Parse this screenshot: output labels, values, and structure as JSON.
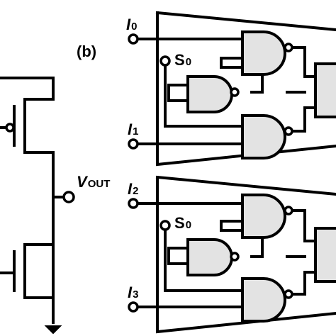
{
  "panel_label": "(b)",
  "output_label": {
    "main": "V",
    "sub": "OUT"
  },
  "inputs": [
    {
      "main": "I",
      "sub": "0"
    },
    {
      "main": "I",
      "sub": "1"
    },
    {
      "main": "I",
      "sub": "2"
    },
    {
      "main": "I",
      "sub": "3"
    }
  ],
  "selects": [
    {
      "main": "S",
      "sub": "0"
    },
    {
      "main": "S",
      "sub": "0"
    }
  ]
}
